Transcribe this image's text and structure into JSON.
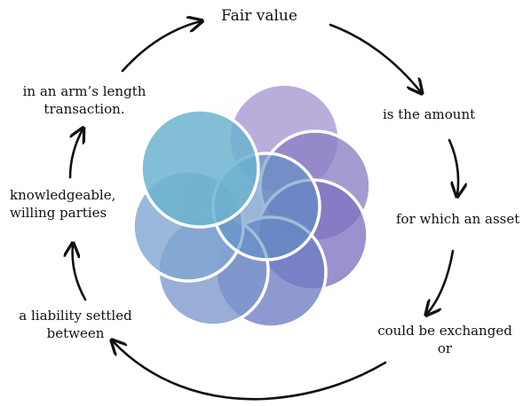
{
  "diagram": {
    "title": "Fair value",
    "steps": {
      "s1": "is the amount",
      "s2": "for which an asset",
      "s3_line1": "could be exchanged",
      "s3_line2": "or",
      "s4_line1": "a liability settled",
      "s4_line2": "between",
      "s5_line1": "knowledgeable,",
      "s5_line2": "willing parties",
      "s6_line1": "in an arm’s length",
      "s6_line2": "transaction."
    },
    "colors": {
      "teal": "#6fb6cf",
      "blue": "#6f8fc8",
      "purple": "#8a7cc0",
      "violet": "#a79ad3",
      "arrow": "#111111"
    }
  }
}
